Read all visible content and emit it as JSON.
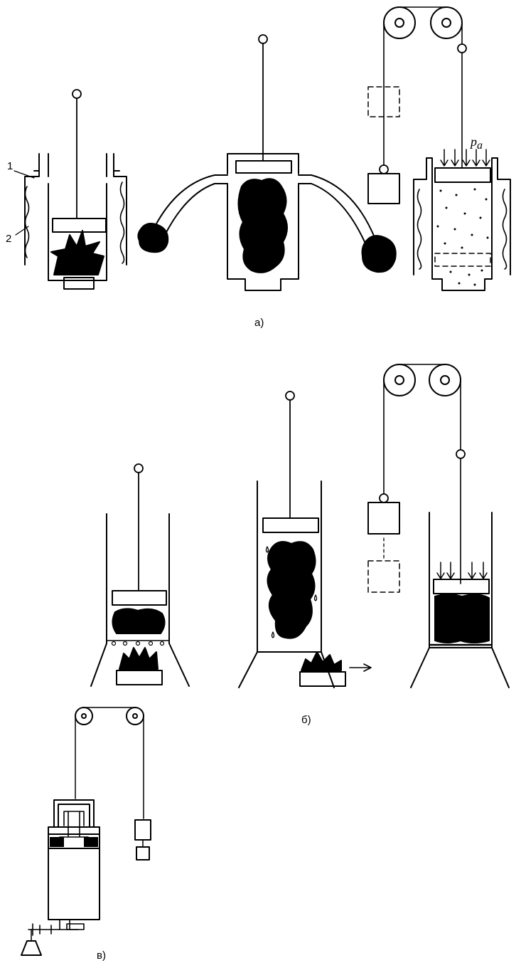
{
  "captions": {
    "a": "а)",
    "b": "б)",
    "v": "в)"
  },
  "labels": {
    "one": "1",
    "two": "2",
    "pressure": "p",
    "pressure_sub": "a"
  },
  "colors": {
    "ink": "#000000",
    "paper": "#ffffff"
  }
}
